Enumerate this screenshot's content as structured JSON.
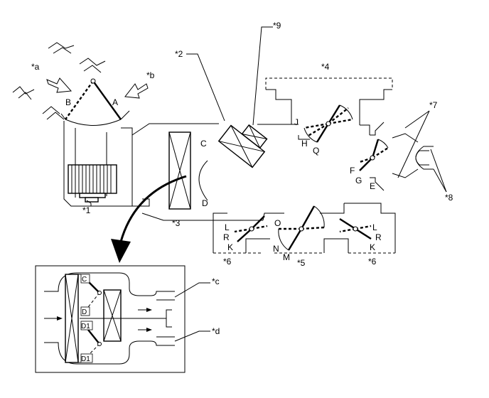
{
  "callouts": {
    "c1": "*1",
    "c2": "*2",
    "c3": "*3",
    "c4": "*4",
    "c5": "*5",
    "c6_left": "*6",
    "c6_right": "*6",
    "c7": "*7",
    "c8": "*8",
    "c9": "*9",
    "ca": "*a",
    "cb": "*b",
    "cc": "*c",
    "cd": "*d"
  },
  "letters": {
    "A": "A",
    "B": "B",
    "C": "C",
    "D": "D",
    "E": "E",
    "F": "F",
    "G": "G",
    "H": "H",
    "J": "J",
    "Q": "Q",
    "L_left": "L",
    "R_left": "R",
    "K_left": "K",
    "L_right": "L",
    "R_right": "R",
    "K_right": "K",
    "M": "M",
    "N": "N",
    "O": "O"
  },
  "inset_labels": {
    "c_top": "C",
    "d_top": "D",
    "d1": "D1",
    "d2": "D1"
  }
}
